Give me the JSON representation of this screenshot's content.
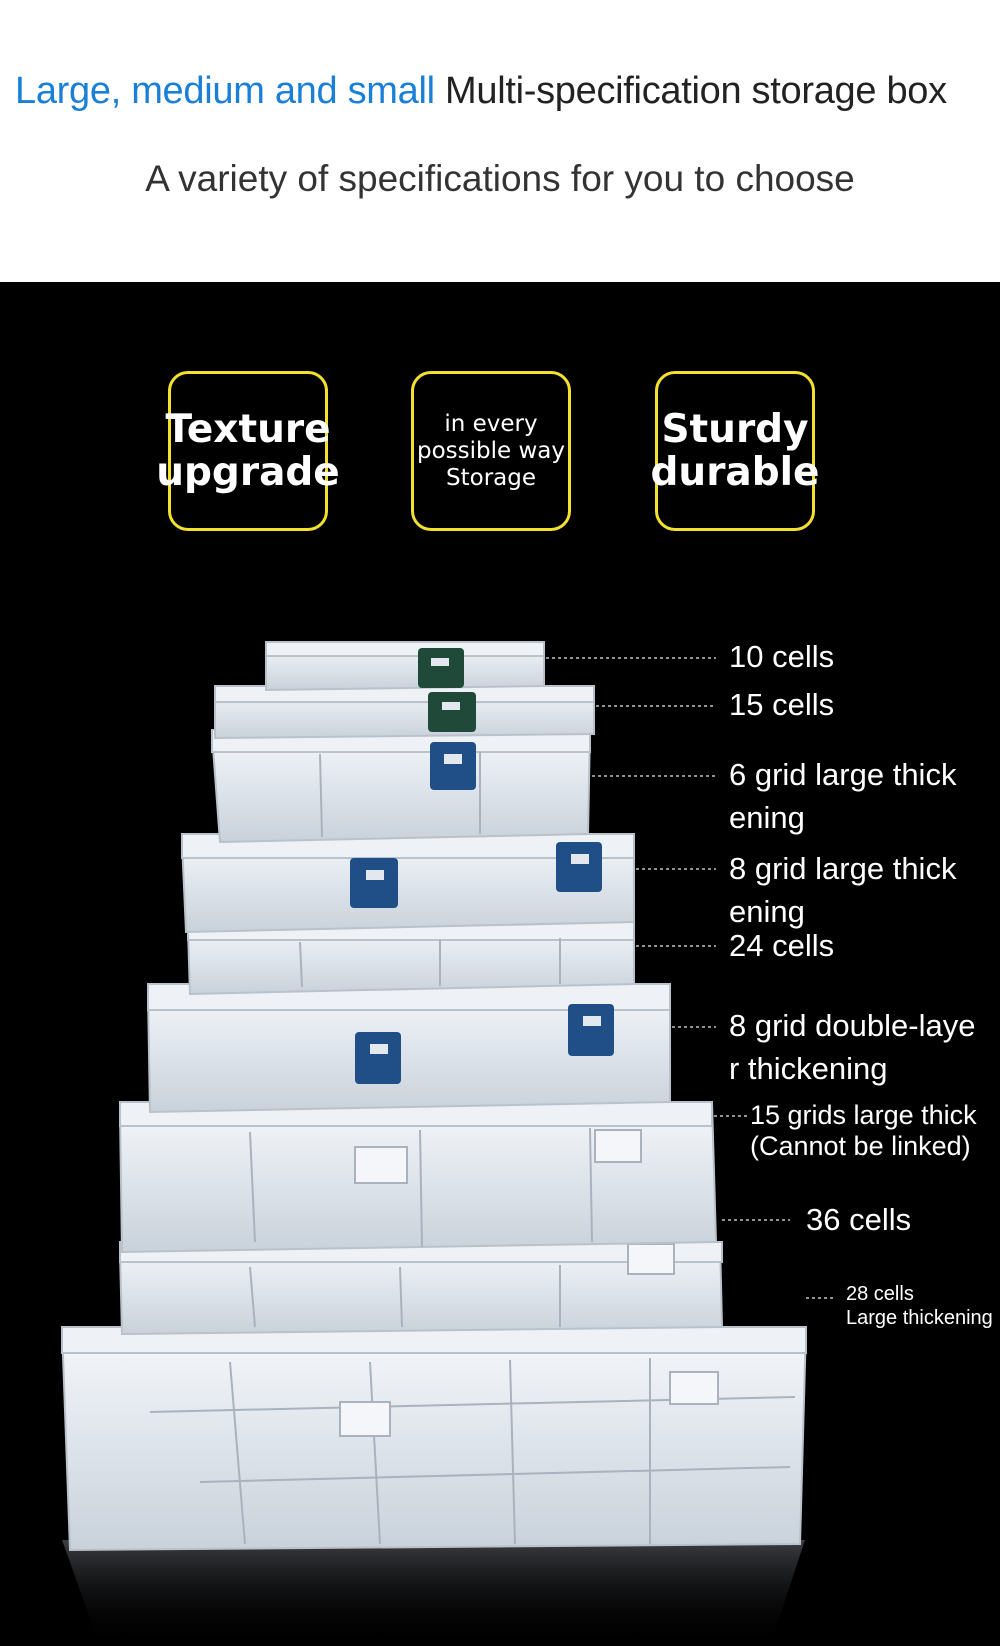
{
  "header": {
    "title_highlight": "Large, medium and small",
    "title_rest": " Multi-specification storage box",
    "subtitle": "A variety of specifications for you to choose"
  },
  "badges": [
    {
      "text": "Texture\nupgrade"
    },
    {
      "text": "in every\npossible way\nStorage"
    },
    {
      "text": "Sturdy\ndurable"
    }
  ],
  "labels": [
    "10 cells",
    "15 cells",
    "6 grid large thick\nening",
    "8 grid large thick\nening",
    "24 cells",
    "8 grid double-laye\nr thickening",
    "15 grids large thick\n (Cannot be linked)",
    "36 cells",
    "28 cells\nLarge thickening"
  ],
  "colors": {
    "accent_blue": "#1a7fd6",
    "badge_border": "#f3e12e",
    "background_dark": "#000000",
    "clip_blue": "#1f4f86",
    "clip_green": "#1f4a3a"
  }
}
